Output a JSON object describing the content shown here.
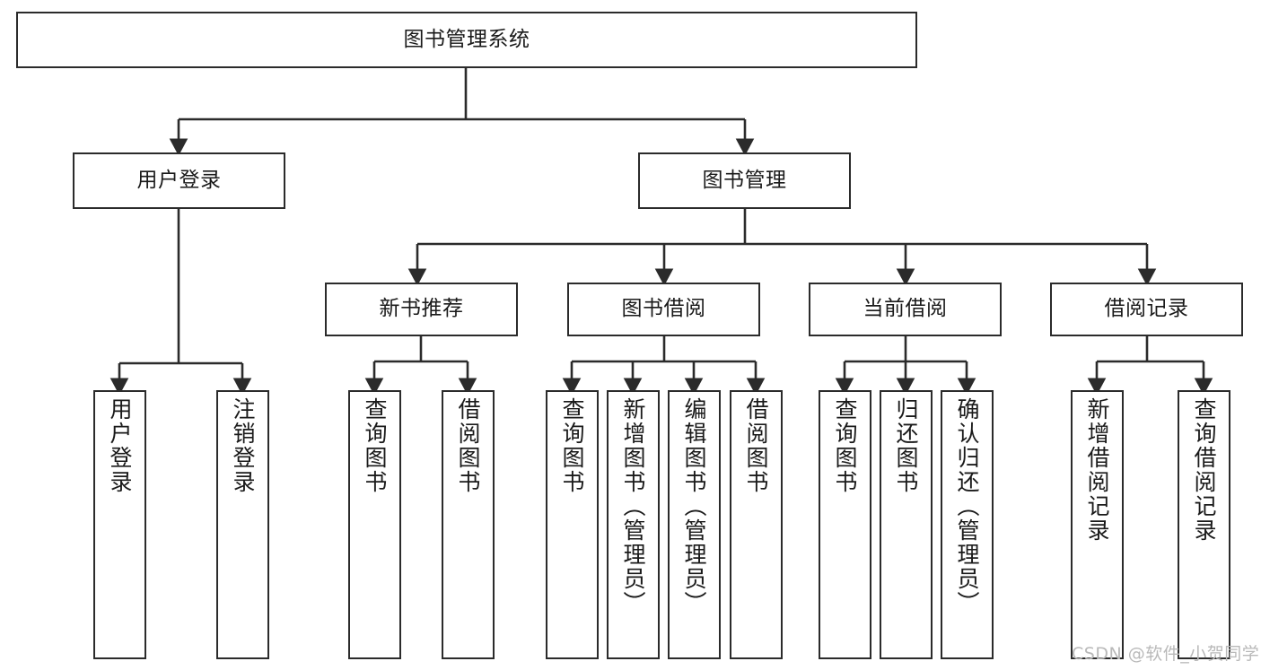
{
  "diagram": {
    "title": "图书管理系统",
    "type": "functional-structure-tree",
    "stroke_color": "#2b2b2b",
    "fill_color": "#ffffff",
    "text_color": "#1a1a1a",
    "watermark": "CSDN @软件_小贺同学"
  },
  "nodes": {
    "root": {
      "label": "图书管理系统"
    },
    "level2": [
      {
        "id": "user-login",
        "label": "用户登录"
      },
      {
        "id": "book-manage",
        "label": "图书管理"
      }
    ],
    "level3": [
      {
        "id": "new-book-recommend",
        "label": "新书推荐"
      },
      {
        "id": "book-borrow",
        "label": "图书借阅"
      },
      {
        "id": "current-borrow",
        "label": "当前借阅"
      },
      {
        "id": "borrow-record",
        "label": "借阅记录"
      }
    ],
    "leaves": {
      "user_login": [
        {
          "id": "leaf-user-login",
          "label": "用户登录"
        },
        {
          "id": "leaf-logout-login",
          "label": "注销登录"
        }
      ],
      "new_book_recommend": [
        {
          "id": "leaf-query-book-1",
          "label": "查询图书"
        },
        {
          "id": "leaf-borrow-book-1",
          "label": "借阅图书"
        }
      ],
      "book_borrow": [
        {
          "id": "leaf-query-book-2",
          "label": "查询图书"
        },
        {
          "id": "leaf-add-book",
          "label": "新增图书（管理员）"
        },
        {
          "id": "leaf-edit-book",
          "label": "编辑图书（管理员）"
        },
        {
          "id": "leaf-borrow-book-2",
          "label": "借阅图书"
        }
      ],
      "current_borrow": [
        {
          "id": "leaf-query-book-3",
          "label": "查询图书"
        },
        {
          "id": "leaf-return-book",
          "label": "归还图书"
        },
        {
          "id": "leaf-confirm-return",
          "label": "确认归还（管理员）"
        }
      ],
      "borrow_record": [
        {
          "id": "leaf-add-record",
          "label": "新增借阅记录"
        },
        {
          "id": "leaf-query-record",
          "label": "查询借阅记录"
        }
      ]
    }
  }
}
